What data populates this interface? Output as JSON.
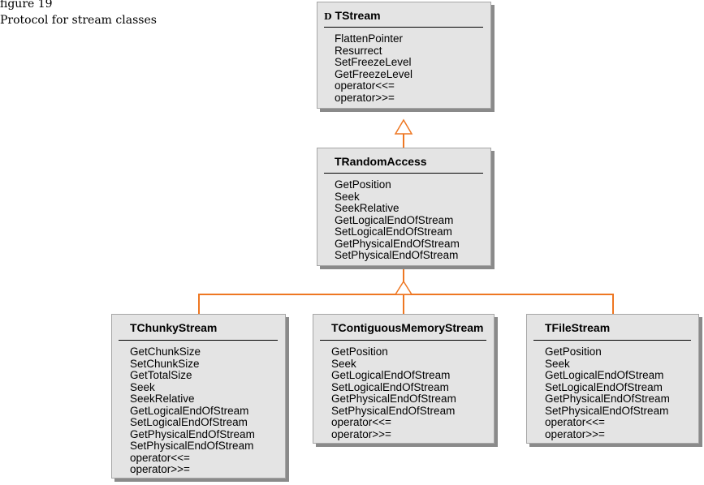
{
  "caption": {
    "figure_number": "figure 19",
    "title": "Protocol for stream classes"
  },
  "colors": {
    "connector": "#ee7722",
    "box_fill": "#e4e4e4",
    "shadow": "#8a8a8a"
  },
  "classes": {
    "tstream": {
      "marker": "D",
      "name": "TStream",
      "methods": [
        "FlattenPointer",
        "Resurrect",
        "SetFreezeLevel",
        "GetFreezeLevel",
        "operator<<=",
        "operator>>="
      ]
    },
    "trandomaccess": {
      "name": "TRandomAccess",
      "methods": [
        "GetPosition",
        "Seek",
        "SeekRelative",
        "GetLogicalEndOfStream",
        "SetLogicalEndOfStream",
        "GetPhysicalEndOfStream",
        "SetPhysicalEndOfStream"
      ]
    },
    "tchunkystream": {
      "name": "TChunkyStream",
      "methods": [
        "GetChunkSize",
        "SetChunkSize",
        "GetTotalSize",
        "Seek",
        "SeekRelative",
        "GetLogicalEndOfStream",
        "SetLogicalEndOfStream",
        "GetPhysicalEndOfStream",
        "SetPhysicalEndOfStream",
        "operator<<=",
        "operator>>="
      ]
    },
    "tcontiguousmemorystream": {
      "name": "TContiguousMemoryStream",
      "methods": [
        "GetPosition",
        "Seek",
        "GetLogicalEndOfStream",
        "SetLogicalEndOfStream",
        "GetPhysicalEndOfStream",
        "SetPhysicalEndOfStream",
        "operator<<=",
        "operator>>="
      ]
    },
    "tfilestream": {
      "name": "TFileStream",
      "methods": [
        "GetPosition",
        "Seek",
        "GetLogicalEndOfStream",
        "SetLogicalEndOfStream",
        "GetPhysicalEndOfStream",
        "SetPhysicalEndOfStream",
        "operator<<=",
        "operator>>="
      ]
    }
  }
}
